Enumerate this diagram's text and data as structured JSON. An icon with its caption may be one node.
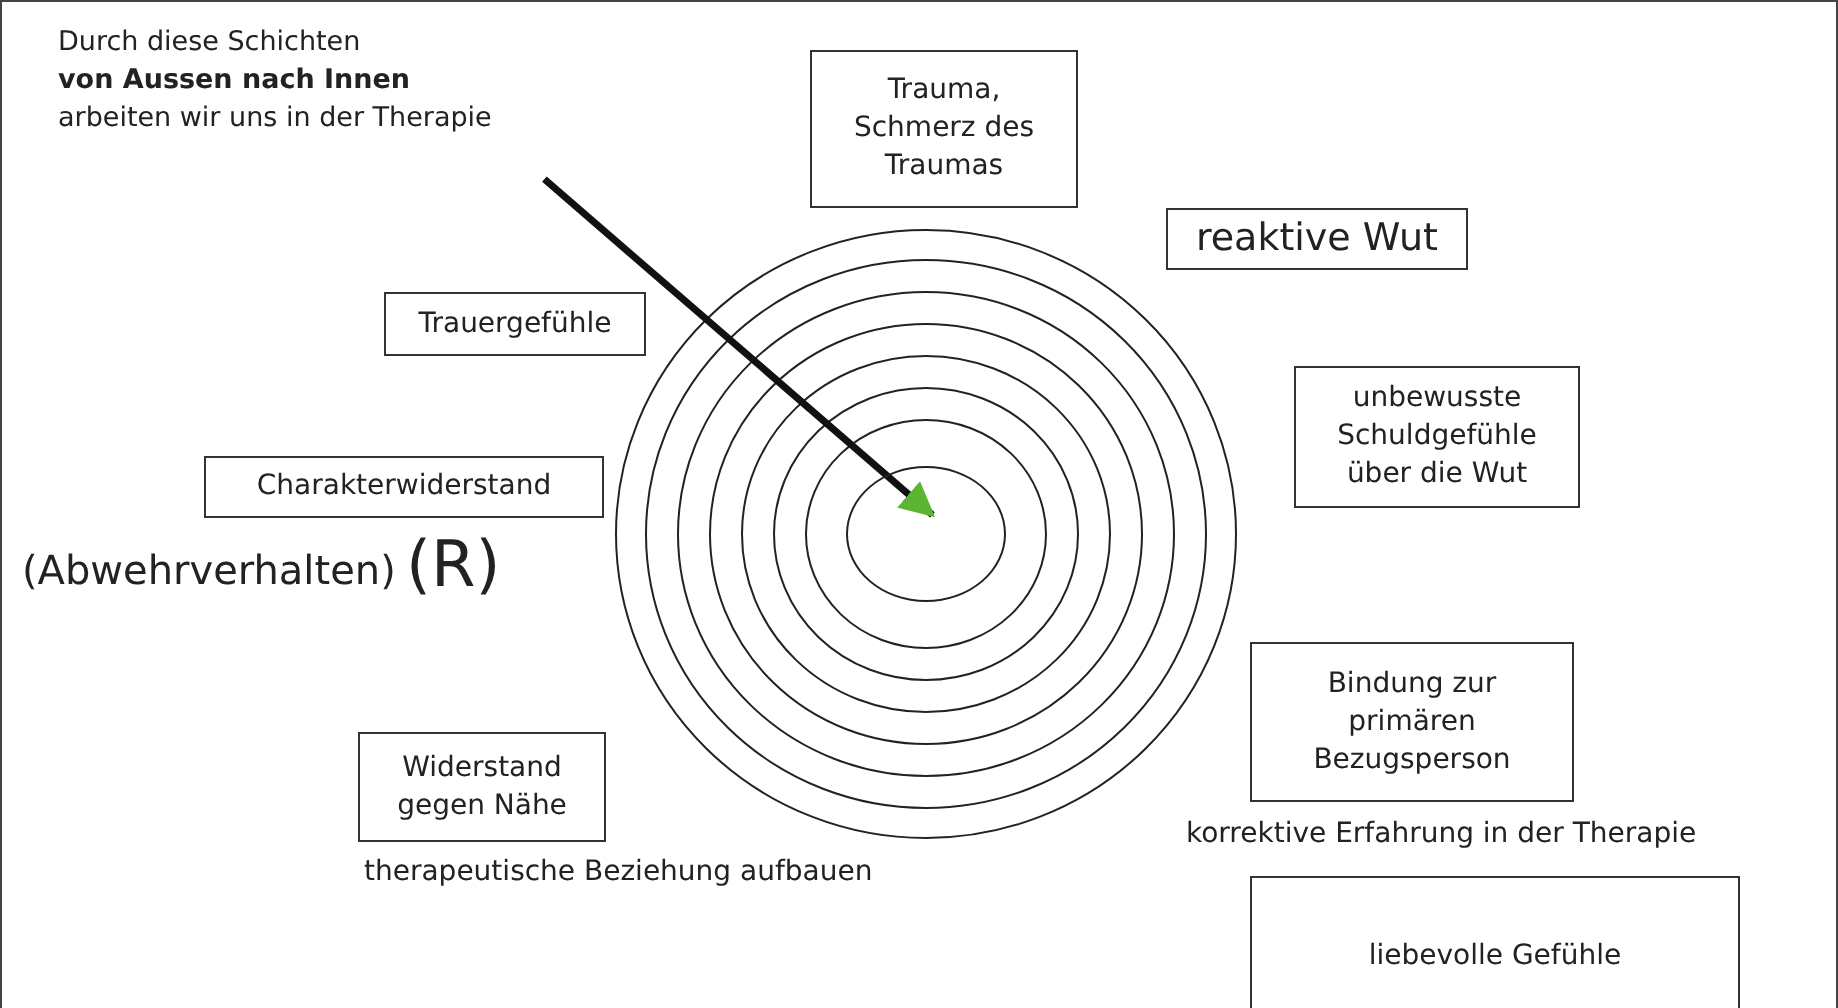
{
  "diagram": {
    "nodes": [
      {
        "text": [
          "Durch diese Schichten **von Aussen nach Innen** arbeiten wir uns in der Therapie"
        ]
      },
      {
        "text": [
          "Trauma, Schmerz des Traumas"
        ]
      },
      {
        "text": [
          "reaktive Wut"
        ]
      },
      {
        "text": [
          "Trauergefühle"
        ]
      },
      {
        "text": [
          "unbewusste Schuldgefühle über die Wut"
        ]
      },
      {
        "text": [
          "Charakterwiderstand"
        ]
      },
      {
        "text": [],
        "shape": "circle"
      },
      {
        "text": [
          "Bindung zur primären Bezugsperson"
        ]
      },
      {
        "text": [
          "Widerstand gegen Nähe"
        ]
      },
      {
        "text": [
          "liebevolle Gefühle"
        ]
      }
    ],
    "edges": [
      {
        "from": 0,
        "to": 6,
        "arrow": "to"
      }
    ],
    "labels": [
      "(Abwehrverhalten)",
      "(R)",
      "korrektive Erfahrung in der Therapie",
      "therapeutische Beziehung aufbauen"
    ]
  }
}
